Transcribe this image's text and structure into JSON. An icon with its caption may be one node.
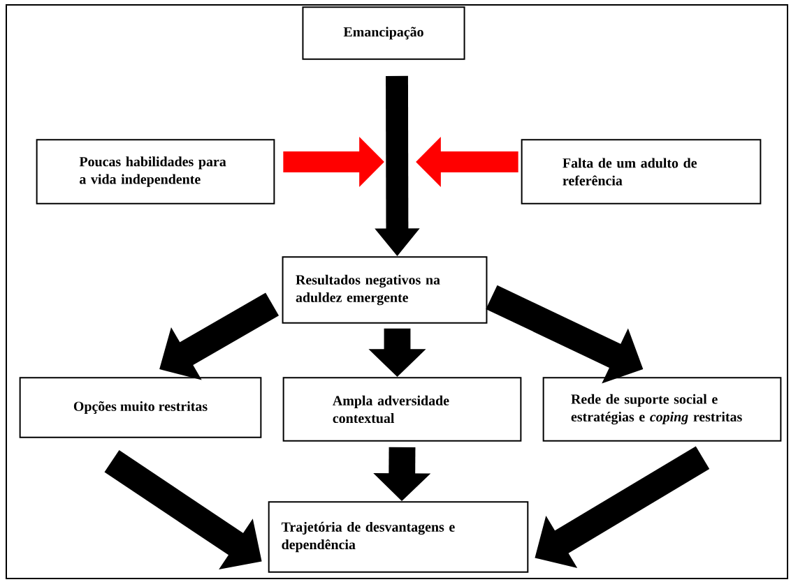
{
  "diagram": {
    "nodes": [
      {
        "text": [
          "Emancipação"
        ]
      },
      {
        "text": [
          "Poucas habilidades para a vida independente"
        ]
      },
      {
        "text": [
          "Falta de um adulto de referência"
        ]
      },
      {
        "text": [
          "Resultados negativos na aduldez emergente"
        ]
      },
      {
        "text": [
          "Opções muito restritas"
        ]
      },
      {
        "text": [
          "Ampla adversidade contextual"
        ]
      },
      {
        "text": [
          "Rede de suporte social e estratégias e *coping* restritas"
        ]
      },
      {
        "text": [
          "Trajetória de desvantagens e dependência"
        ]
      }
    ],
    "edges": [
      {
        "from": 0,
        "to": 3,
        "arrow": "to"
      },
      {
        "from": 1,
        "to": null,
        "arrow": "to",
        "color": "#ff0000"
      },
      {
        "from": 2,
        "to": null,
        "arrow": "to",
        "color": "#ff0000"
      },
      {
        "from": 3,
        "to": 4,
        "arrow": "to"
      },
      {
        "from": 3,
        "to": 5,
        "arrow": "to"
      },
      {
        "from": 3,
        "to": 6,
        "arrow": "to"
      },
      {
        "from": 4,
        "to": 7,
        "arrow": "to"
      },
      {
        "from": 5,
        "to": 7,
        "arrow": "to"
      },
      {
        "from": 6,
        "to": 7,
        "arrow": "to"
      }
    ]
  }
}
